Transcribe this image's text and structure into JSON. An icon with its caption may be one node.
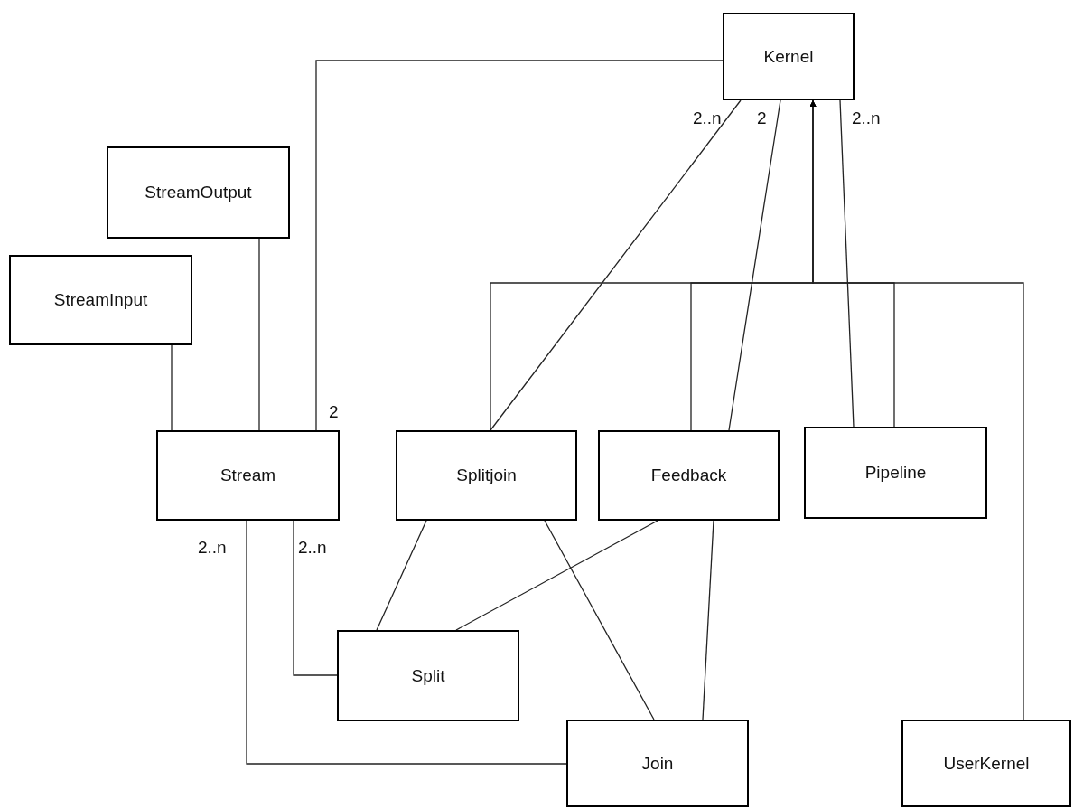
{
  "diagram": {
    "nodes": [
      {
        "text": [
          "Kernel"
        ]
      },
      {
        "text": [
          "StreamOutput"
        ]
      },
      {
        "text": [
          "StreamInput"
        ]
      },
      {
        "text": [
          "Stream"
        ]
      },
      {
        "text": [
          "Splitjoin"
        ]
      },
      {
        "text": [
          "Feedback"
        ]
      },
      {
        "text": [
          "Pipeline"
        ]
      },
      {
        "text": [
          "Split"
        ]
      },
      {
        "text": [
          "Join"
        ]
      },
      {
        "text": [
          "UserKernel"
        ]
      }
    ],
    "edges": [
      {
        "from": 0,
        "to": 3,
        "arrow": "none"
      },
      {
        "from": 1,
        "to": 3,
        "arrow": "none"
      },
      {
        "from": 2,
        "to": 3,
        "arrow": "none"
      },
      {
        "from": 0,
        "to": 4,
        "arrow": "none"
      },
      {
        "from": 0,
        "to": 5,
        "arrow": "none"
      },
      {
        "from": 0,
        "to": 6,
        "arrow": "none"
      },
      {
        "from": 4,
        "to": 0,
        "arrow": "to"
      },
      {
        "from": 5,
        "to": 0,
        "arrow": "to"
      },
      {
        "from": 6,
        "to": 0,
        "arrow": "to"
      },
      {
        "from": 9,
        "to": 0,
        "arrow": "to"
      },
      {
        "from": 3,
        "to": 7,
        "arrow": "none"
      },
      {
        "from": 3,
        "to": 8,
        "arrow": "none"
      },
      {
        "from": 4,
        "to": 7,
        "arrow": "none"
      },
      {
        "from": 5,
        "to": 7,
        "arrow": "none"
      },
      {
        "from": 4,
        "to": 8,
        "arrow": "none"
      },
      {
        "from": 5,
        "to": 8,
        "arrow": "none"
      }
    ],
    "labels": [
      "2..n",
      "2",
      "2..n",
      "2",
      "2..n",
      "2..n"
    ]
  }
}
